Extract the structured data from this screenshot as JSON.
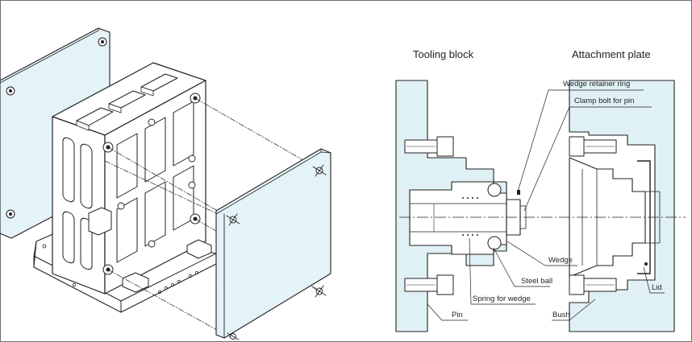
{
  "headings": {
    "tooling_block": "Tooling block",
    "attachment_plate": "Attachment plate"
  },
  "callouts": {
    "wedge_retainer_ring": "Wedge retainer ring",
    "clamp_bolt_for_pin": "Clamp bolt for pin",
    "wedge": "Wedge",
    "steel_ball": "Steel ball",
    "spring_for_wedge": "Spring for wedge",
    "pin": "Pin",
    "bush": "Bush",
    "lid": "Lid"
  },
  "colors": {
    "plate_fill": "#dff1f5",
    "line": "#231f20",
    "frame": "#6d6e71",
    "background": "#ffffff"
  }
}
